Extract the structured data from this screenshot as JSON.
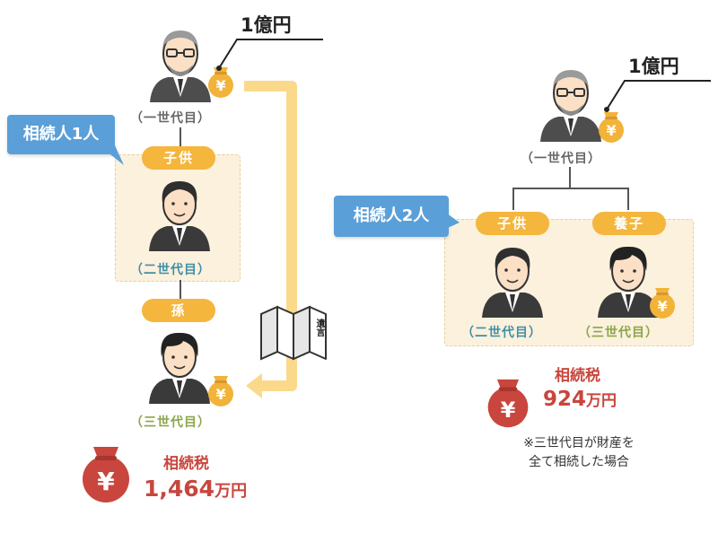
{
  "left": {
    "amount": "1億円",
    "gen1": "（一世代目）",
    "heir_callout": "相続人1人",
    "child_pill": "子供",
    "gen2": "（二世代目）",
    "grandchild_pill": "孫",
    "gen3": "（三世代目）",
    "will_label": "遺言",
    "tax_label": "相続税",
    "tax_value": "1,464",
    "tax_unit": "万円"
  },
  "right": {
    "amount": "1億円",
    "gen1": "（一世代目）",
    "heir_callout": "相続人2人",
    "child_pill": "子供",
    "adopted_pill": "養子",
    "gen2": "（二世代目）",
    "gen3": "（三世代目）",
    "tax_label": "相続税",
    "tax_value": "924",
    "tax_unit": "万円",
    "note_line1": "※三世代目が財産を",
    "note_line2": "全て相続した場合"
  },
  "yen_symbol": "¥",
  "colors": {
    "callout_blue": "#5b9fd8",
    "pill_orange": "#f4b63c",
    "panel_cream": "#fbf1dd",
    "tax_red": "#c8463d",
    "bag_gold": "#f2b33a",
    "arrow_yellow": "#fbd98b"
  }
}
